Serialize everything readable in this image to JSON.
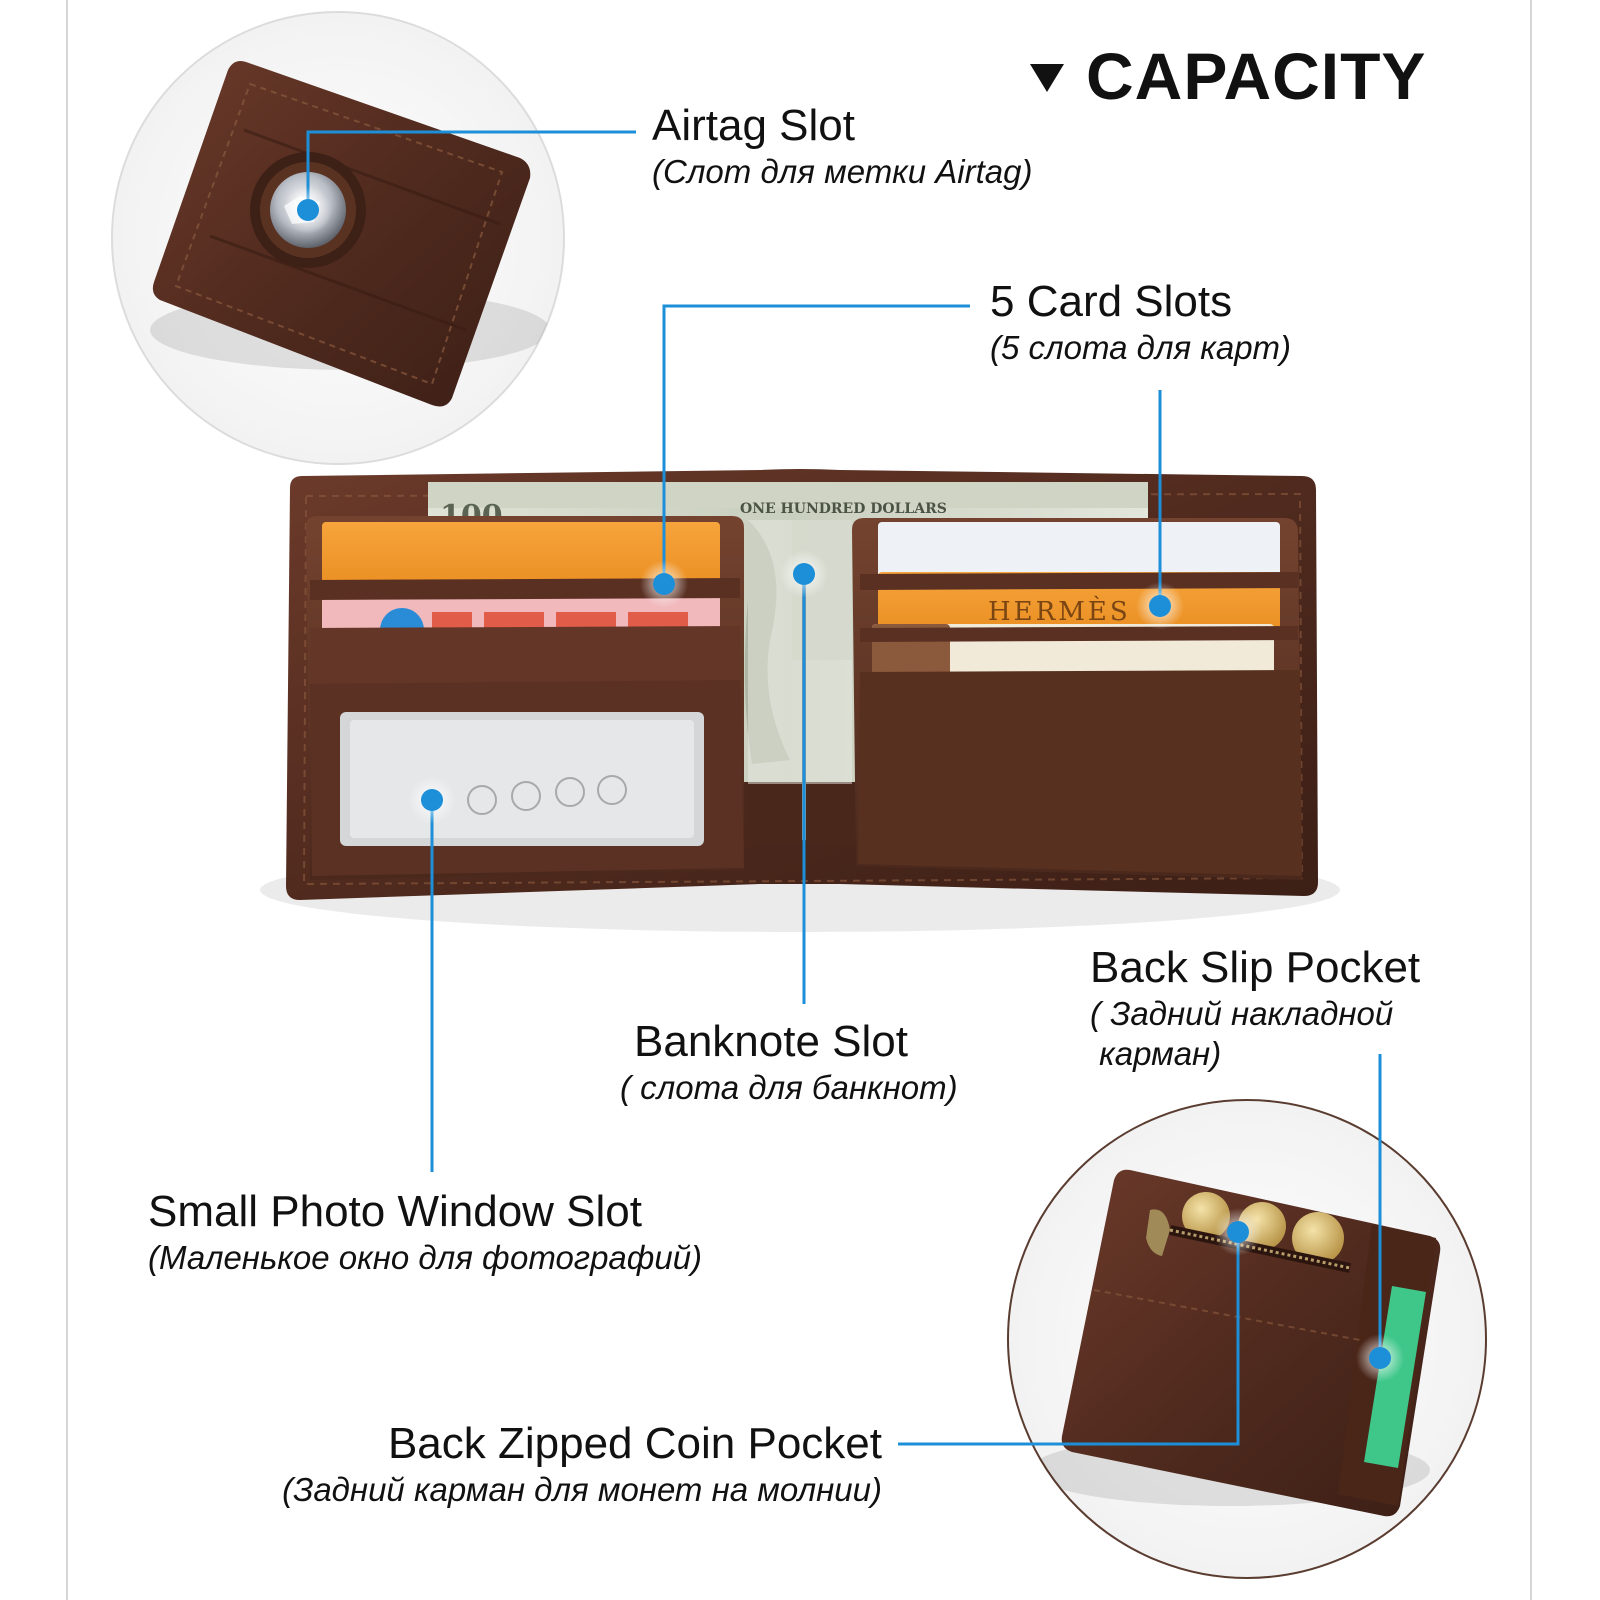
{
  "title": "CAPACITY",
  "icons": {
    "heading": "triangle-down-icon",
    "callout": "blue-dot-marker"
  },
  "colors": {
    "accent": "#1c8fd8",
    "leather": "#5a2f22",
    "background": "#ffffff"
  },
  "features": {
    "airtag": {
      "en": "Airtag Slot",
      "ru": "(Слот для метки Airtag)"
    },
    "card_slots": {
      "en": "5 Card Slots",
      "ru": "(5 слота для карт)"
    },
    "back_slip": {
      "en": "Back Slip Pocket",
      "ru": "( Задний накладной",
      "ru2": " карман)"
    },
    "banknote": {
      "en": "Banknote Slot",
      "ru": "( слота для банкнот)"
    },
    "photo_window": {
      "en": "Small Photo Window Slot",
      "ru": "(Маленькое окно для фотографий)"
    },
    "coin_pocket": {
      "en": "Back Zipped Coin Pocket",
      "ru": "(Задний карман для монет на молнии)"
    }
  },
  "illustration": {
    "card_logo": "HERMÈS",
    "banknote_text": "ONE HUNDRED DOLLARS",
    "banknote_value": "100"
  }
}
